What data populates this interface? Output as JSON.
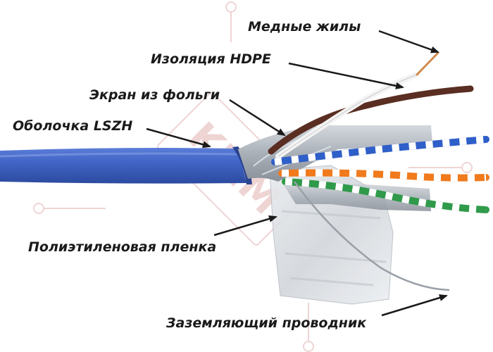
{
  "labels": {
    "copper_conductors": "Медные жилы",
    "hdpe_insulation": "Изоляция HDPE",
    "foil_screen": "Экран из фольги",
    "lszh_jacket": "Оболочка LSZH",
    "polyethylene_film": "Полиэтиленовая пленка",
    "ground_conductor": "Заземляющий проводник"
  },
  "watermark": {
    "text": "KLIM"
  },
  "colors": {
    "jacket_blue": "#3f62c4",
    "pair_blue": "#2f5fc8",
    "pair_orange": "#f07a1c",
    "pair_green": "#2f9a4a",
    "pair_brown": "#5a2e22",
    "foil_silver": "#b9bfc6",
    "copper": "#d08a4e",
    "text": "#1a1a1a",
    "watermark_red": "#e3b2b2"
  }
}
